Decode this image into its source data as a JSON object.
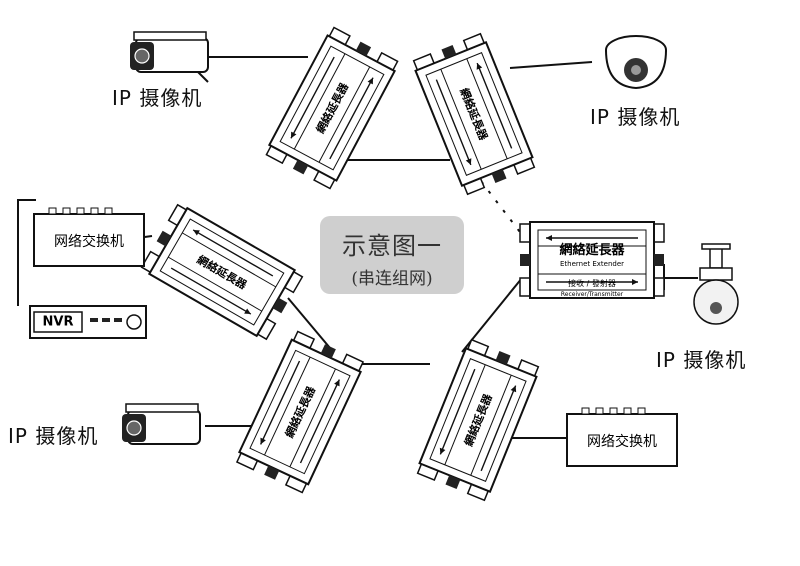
{
  "center": {
    "title": "示意图一",
    "subtitle": "(串连组网)"
  },
  "labels": {
    "cam_top_left": "IP 摄像机",
    "cam_top_right": "IP 摄像机",
    "cam_mid_right": "IP 摄像机",
    "cam_bottom_left": "IP 摄像机"
  },
  "switches": {
    "left": "网络交换机",
    "bottom_right": "网络交换机"
  },
  "nvr": {
    "label": "NVR"
  },
  "extender": {
    "title": "網絡延長器",
    "subtitle_en": "Ethernet Extender",
    "mode": "接收 / 發射器",
    "mode_en": "Receiver/Transmitter"
  },
  "colors": {
    "line": "#111111",
    "box_fill": "#ffffff",
    "center_fill": "#cfcfcf",
    "device_dark": "#222222"
  }
}
